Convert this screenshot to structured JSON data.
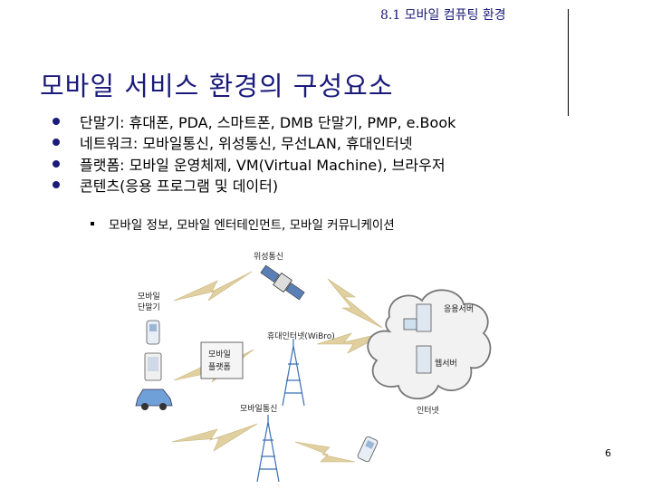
{
  "header": {
    "title": "8.1 모바일 컴퓨팅 환경"
  },
  "slide": {
    "title": "모바일 서비스 환경의 구성요소",
    "bullets": [
      "단말기: 휴대폰, PDA, 스마트폰, DMB 단말기, PMP, e.Book",
      "네트워크: 모바일통신, 위성통신, 무선LAN, 휴대인터넷",
      "플랫폼: 모바일 운영체제, VM(Virtual Machine), 브라우저",
      "콘텐츠(응용 프로그램 및 데이터)"
    ],
    "sub_bullet": "모바일 정보, 모바일 엔터테인먼트, 모바일 커뮤니케이션"
  },
  "diagram": {
    "satellite": "위성통신",
    "device_line1": "모바일",
    "device_line2": "단말기",
    "platform_line1": "모바일",
    "platform_line2": "플랫폼",
    "wibro": "휴대인터넷(WiBro)",
    "app_server": "응용서버",
    "web_server": "웹서버",
    "internet": "인터넷",
    "mobile_comm": "모바일통신"
  },
  "page_number": "6",
  "colors": {
    "title": "#1a1a7a",
    "bolt": "#e0d0a0",
    "tower": "#3a6fb5",
    "cloud": "#777777"
  }
}
